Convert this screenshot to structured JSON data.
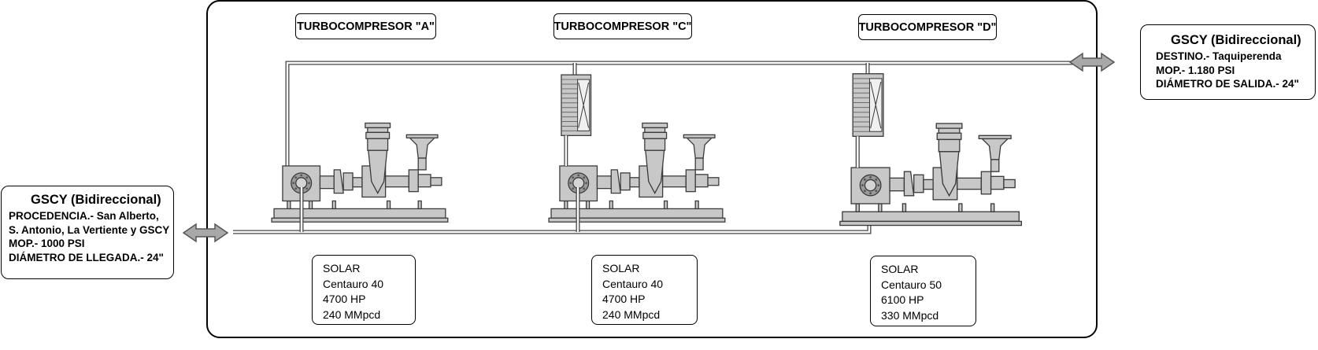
{
  "compressors": [
    {
      "title": "TURBOCOMPRESOR \"A\"",
      "specs": [
        "SOLAR",
        "Centauro 40",
        "4700 HP",
        "240 MMpcd"
      ]
    },
    {
      "title": "TURBOCOMPRESOR \"C\"",
      "specs": [
        "SOLAR",
        "Centauro 40",
        "4700 HP",
        "240 MMpcd"
      ]
    },
    {
      "title": "TURBOCOMPRESOR \"D\"",
      "specs": [
        "SOLAR",
        "Centauro 50",
        "6100 HP",
        "330 MMpcd"
      ]
    }
  ],
  "inlet": {
    "title": "GSCY (Bidireccional)",
    "lines": [
      "PROCEDENCIA.- San Alberto,",
      "S. Antonio, La Vertiente y GSCY",
      "MOP.-  1000 PSI",
      "DIÁMETRO DE LLEGADA.- 24\""
    ]
  },
  "outlet": {
    "title": "GSCY (Bidireccional)",
    "lines": [
      "DESTINO.- Taquiperenda",
      "MOP.- 1.180 PSI",
      "DIÁMETRO DE SALIDA.- 24\""
    ]
  },
  "colors": {
    "equipment_fill": "#c8c8c8",
    "outline": "#3a3a3a"
  }
}
